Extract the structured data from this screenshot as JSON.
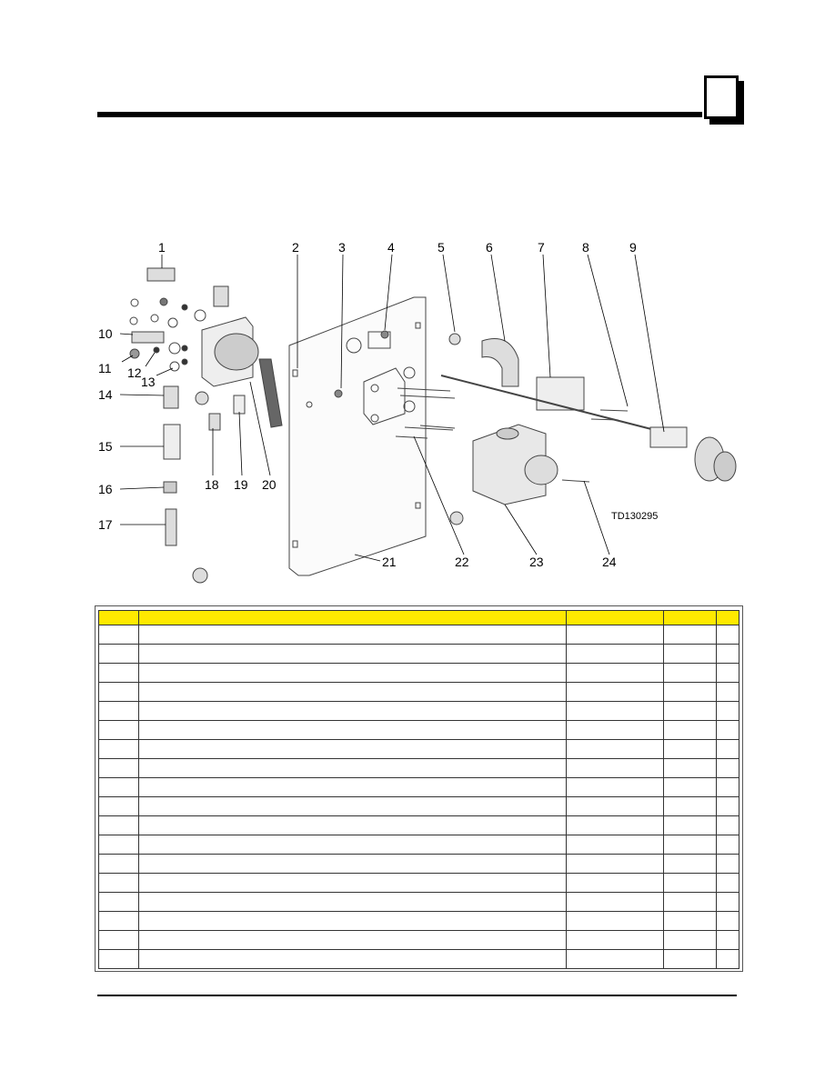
{
  "drawing": {
    "callouts": [
      "1",
      "2",
      "3",
      "4",
      "5",
      "6",
      "7",
      "8",
      "9",
      "10",
      "11",
      "12",
      "13",
      "14",
      "15",
      "16",
      "17",
      "18",
      "19",
      "20",
      "21",
      "22",
      "23",
      "24"
    ],
    "drawing_id": "TD130295"
  },
  "parts_table": {
    "headers": [
      "",
      "",
      "",
      "",
      ""
    ],
    "row_count": 18
  }
}
